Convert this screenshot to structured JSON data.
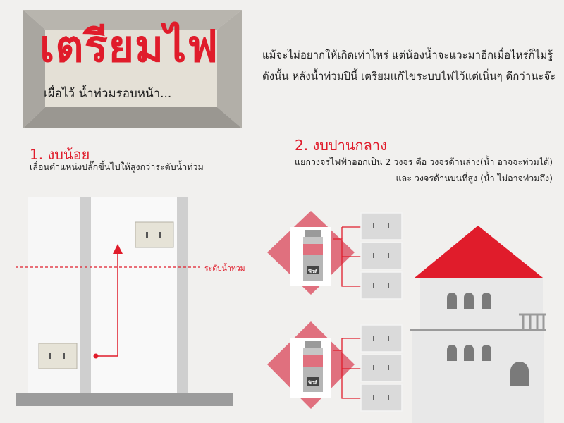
{
  "header": {
    "title": "เตรียมไฟ",
    "subtitle": "เผื่อไว้ น้ำท่วมรอบหน้า...",
    "intro_line1": "แม้จะไม่อยากให้เกิดเท่าไหร่ แต่น้องน้ำจะแวะมาอีกเมื่อไหร่ก็ไม่รู้",
    "intro_line2": "ดังนั้น หลังน้ำท่วมปีนี้ เตรียมแก้ไขระบบไฟไว้แต่เนิ่นๆ ดีกว่านะจ๊ะ"
  },
  "section1": {
    "heading": "1. งบน้อย",
    "description": "เลื่อนตำแหน่งปลั๊กขึ้นไปให้สูงกว่าระดับน้ำท่วม",
    "water_level_label": "ระดับน้ำท่วม"
  },
  "section2": {
    "heading": "2. งบปานกลาง",
    "description_line1": "แยกวงจรไฟฟ้าออกเป็น 2 วงจร คือ วงจรด้านล่าง(น้ำ อาจจะท่วมได้)",
    "description_line2": "และ วงจรด้านบนที่สูง (น้ำ ไม่อาจท่วมถึง)",
    "fuse_label": "ฟิวส์"
  },
  "colors": {
    "accent_red": "#e01c2b",
    "diamond_pink": "#e0707e",
    "gray_panel": "#bdbdbd",
    "house_wall": "#e8e8e8",
    "window_gray": "#7a7a7a"
  }
}
